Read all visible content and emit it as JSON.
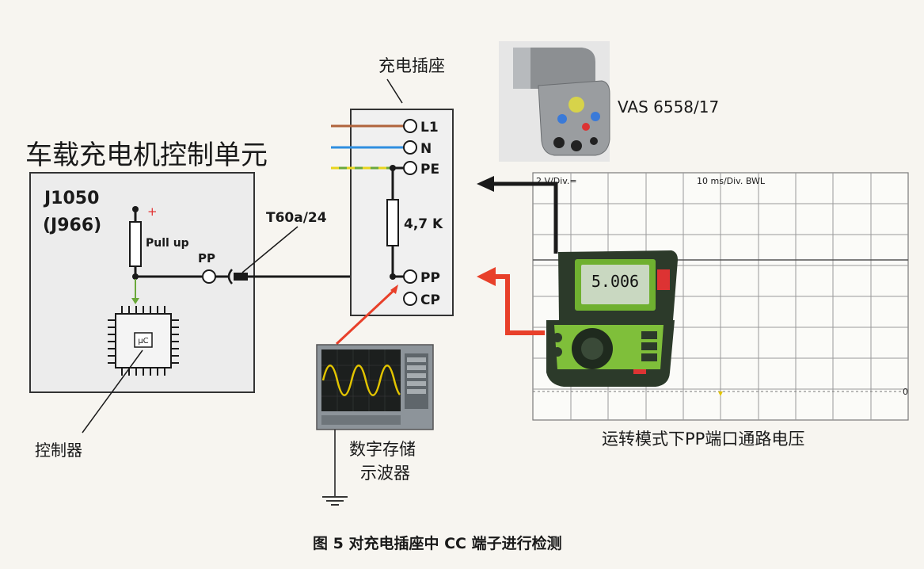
{
  "texts": {
    "controller_unit_title": "车载充电机控制单元",
    "module_id_1": "J1050",
    "module_id_2": "(J966)",
    "pullup_label": "Pull up",
    "plus_sign": "+",
    "pp_left": "PP",
    "connector_label": "T60a/24",
    "chip_mark": "μC",
    "controller_label": "控制器",
    "socket_title": "充电插座",
    "pin_l1": "L1",
    "pin_n": "N",
    "pin_pe": "PE",
    "resistor_value": "4,7 K",
    "pin_pp": "PP",
    "pin_cp": "CP",
    "oscilloscope_label_1": "数字存储",
    "oscilloscope_label_2": "示波器",
    "tool_name": "VAS 6558/17",
    "scope_ch1": "2 V/Div.=",
    "scope_time": "10 ms/Div. BWL",
    "scope_zero": "0",
    "meter_display": "5.006",
    "waveform_caption": "运转模式下PP端口通路电压",
    "figure_caption": "图 5  对充电插座中 CC 端子进行检测"
  },
  "colors": {
    "l1_wire": "#b0643c",
    "n_wire": "#2f8fe0",
    "pe_wire_green": "#6aa83a",
    "pe_wire_yellow": "#e8d51e",
    "red_arrow": "#e8402a",
    "oscilloscope_trace": "#e2c400",
    "meter_body": "#2c3a2a",
    "meter_accent": "#7fbf3a"
  },
  "icons": {
    "ground": "ground-symbol-icon",
    "resistor": "resistor-icon",
    "chip": "microcontroller-chip-icon"
  }
}
